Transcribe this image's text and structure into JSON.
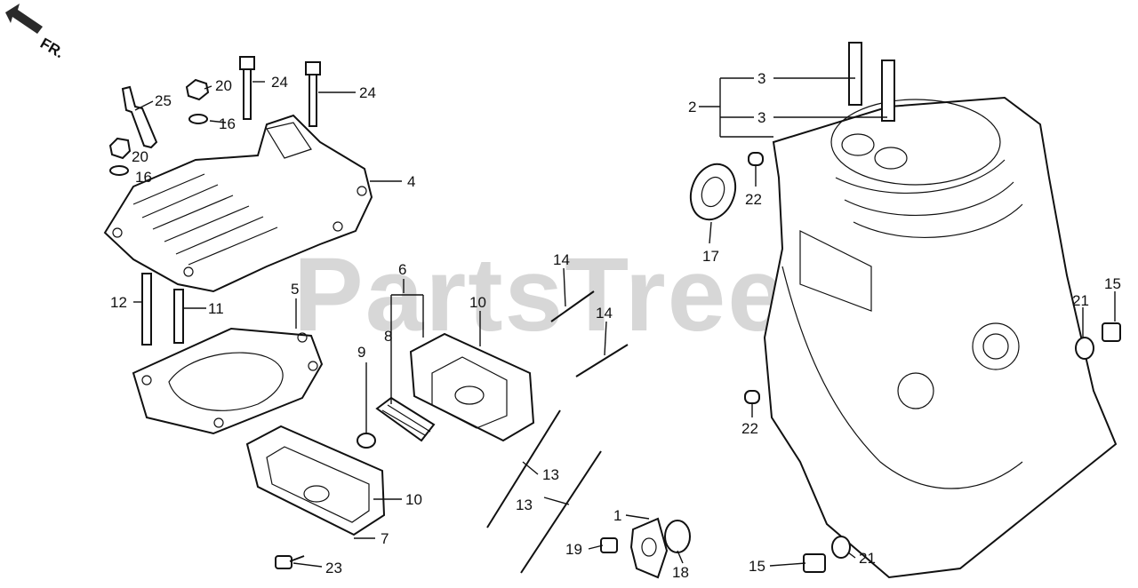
{
  "orientation": {
    "label": "FR."
  },
  "watermark": "PartsTree",
  "callouts": {
    "c1": "1",
    "c2": "2",
    "c3a": "3",
    "c3b": "3",
    "c4": "4",
    "c5": "5",
    "c6": "6",
    "c7": "7",
    "c8": "8",
    "c9": "9",
    "c10a": "10",
    "c10b": "10",
    "c11": "11",
    "c12": "12",
    "c13a": "13",
    "c13b": "13",
    "c14a": "14",
    "c14b": "14",
    "c15a": "15",
    "c15b": "15",
    "c16a": "16",
    "c16b": "16",
    "c17": "17",
    "c18": "18",
    "c19": "19",
    "c20a": "20",
    "c20b": "20",
    "c21a": "21",
    "c21b": "21",
    "c22a": "22",
    "c22b": "22",
    "c23": "23",
    "c24a": "24",
    "c24b": "24",
    "c25": "25"
  },
  "colors": {
    "ink": "#111111",
    "watermark": "#b8b8b8",
    "background": "#ffffff"
  }
}
